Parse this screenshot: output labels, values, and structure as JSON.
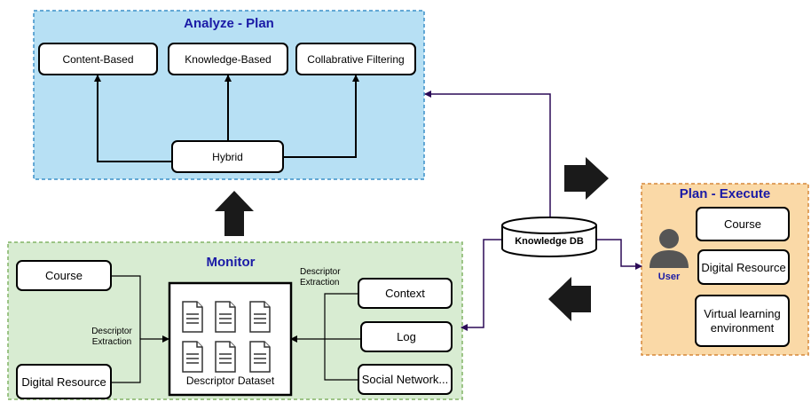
{
  "analyze_plan": {
    "title": "Analyze - Plan",
    "content_based": "Content-Based",
    "knowledge_based": "Knowledge-Based",
    "collaborative_filtering": "Collabrative Filtering",
    "hybrid": "Hybrid"
  },
  "monitor": {
    "title": "Monitor",
    "course": "Course",
    "digital_resource": "Digital Resource",
    "descriptor_extraction_left": "Descriptor Extraction",
    "descriptor_extraction_right": "Descriptor Extraction",
    "descriptor_dataset": "Descriptor Dataset",
    "context": "Context",
    "log": "Log",
    "social_network": "Social Network..."
  },
  "knowledge_db": {
    "label": "Knowledge DB"
  },
  "plan_execute": {
    "title": "Plan - Execute",
    "user": "User",
    "course": "Course",
    "digital_resource": "Digital Resource",
    "virtual_learning": "Virtual learning environment"
  },
  "colors": {
    "analyze_fill": "#b7e0f4",
    "analyze_border": "#3c8fc8",
    "monitor_fill": "#d8ecd2",
    "monitor_border": "#82b366",
    "execute_fill": "#fad9a7",
    "execute_border": "#d6883a",
    "title_text": "#1a1aa6",
    "db_link": "#2b0a57"
  }
}
